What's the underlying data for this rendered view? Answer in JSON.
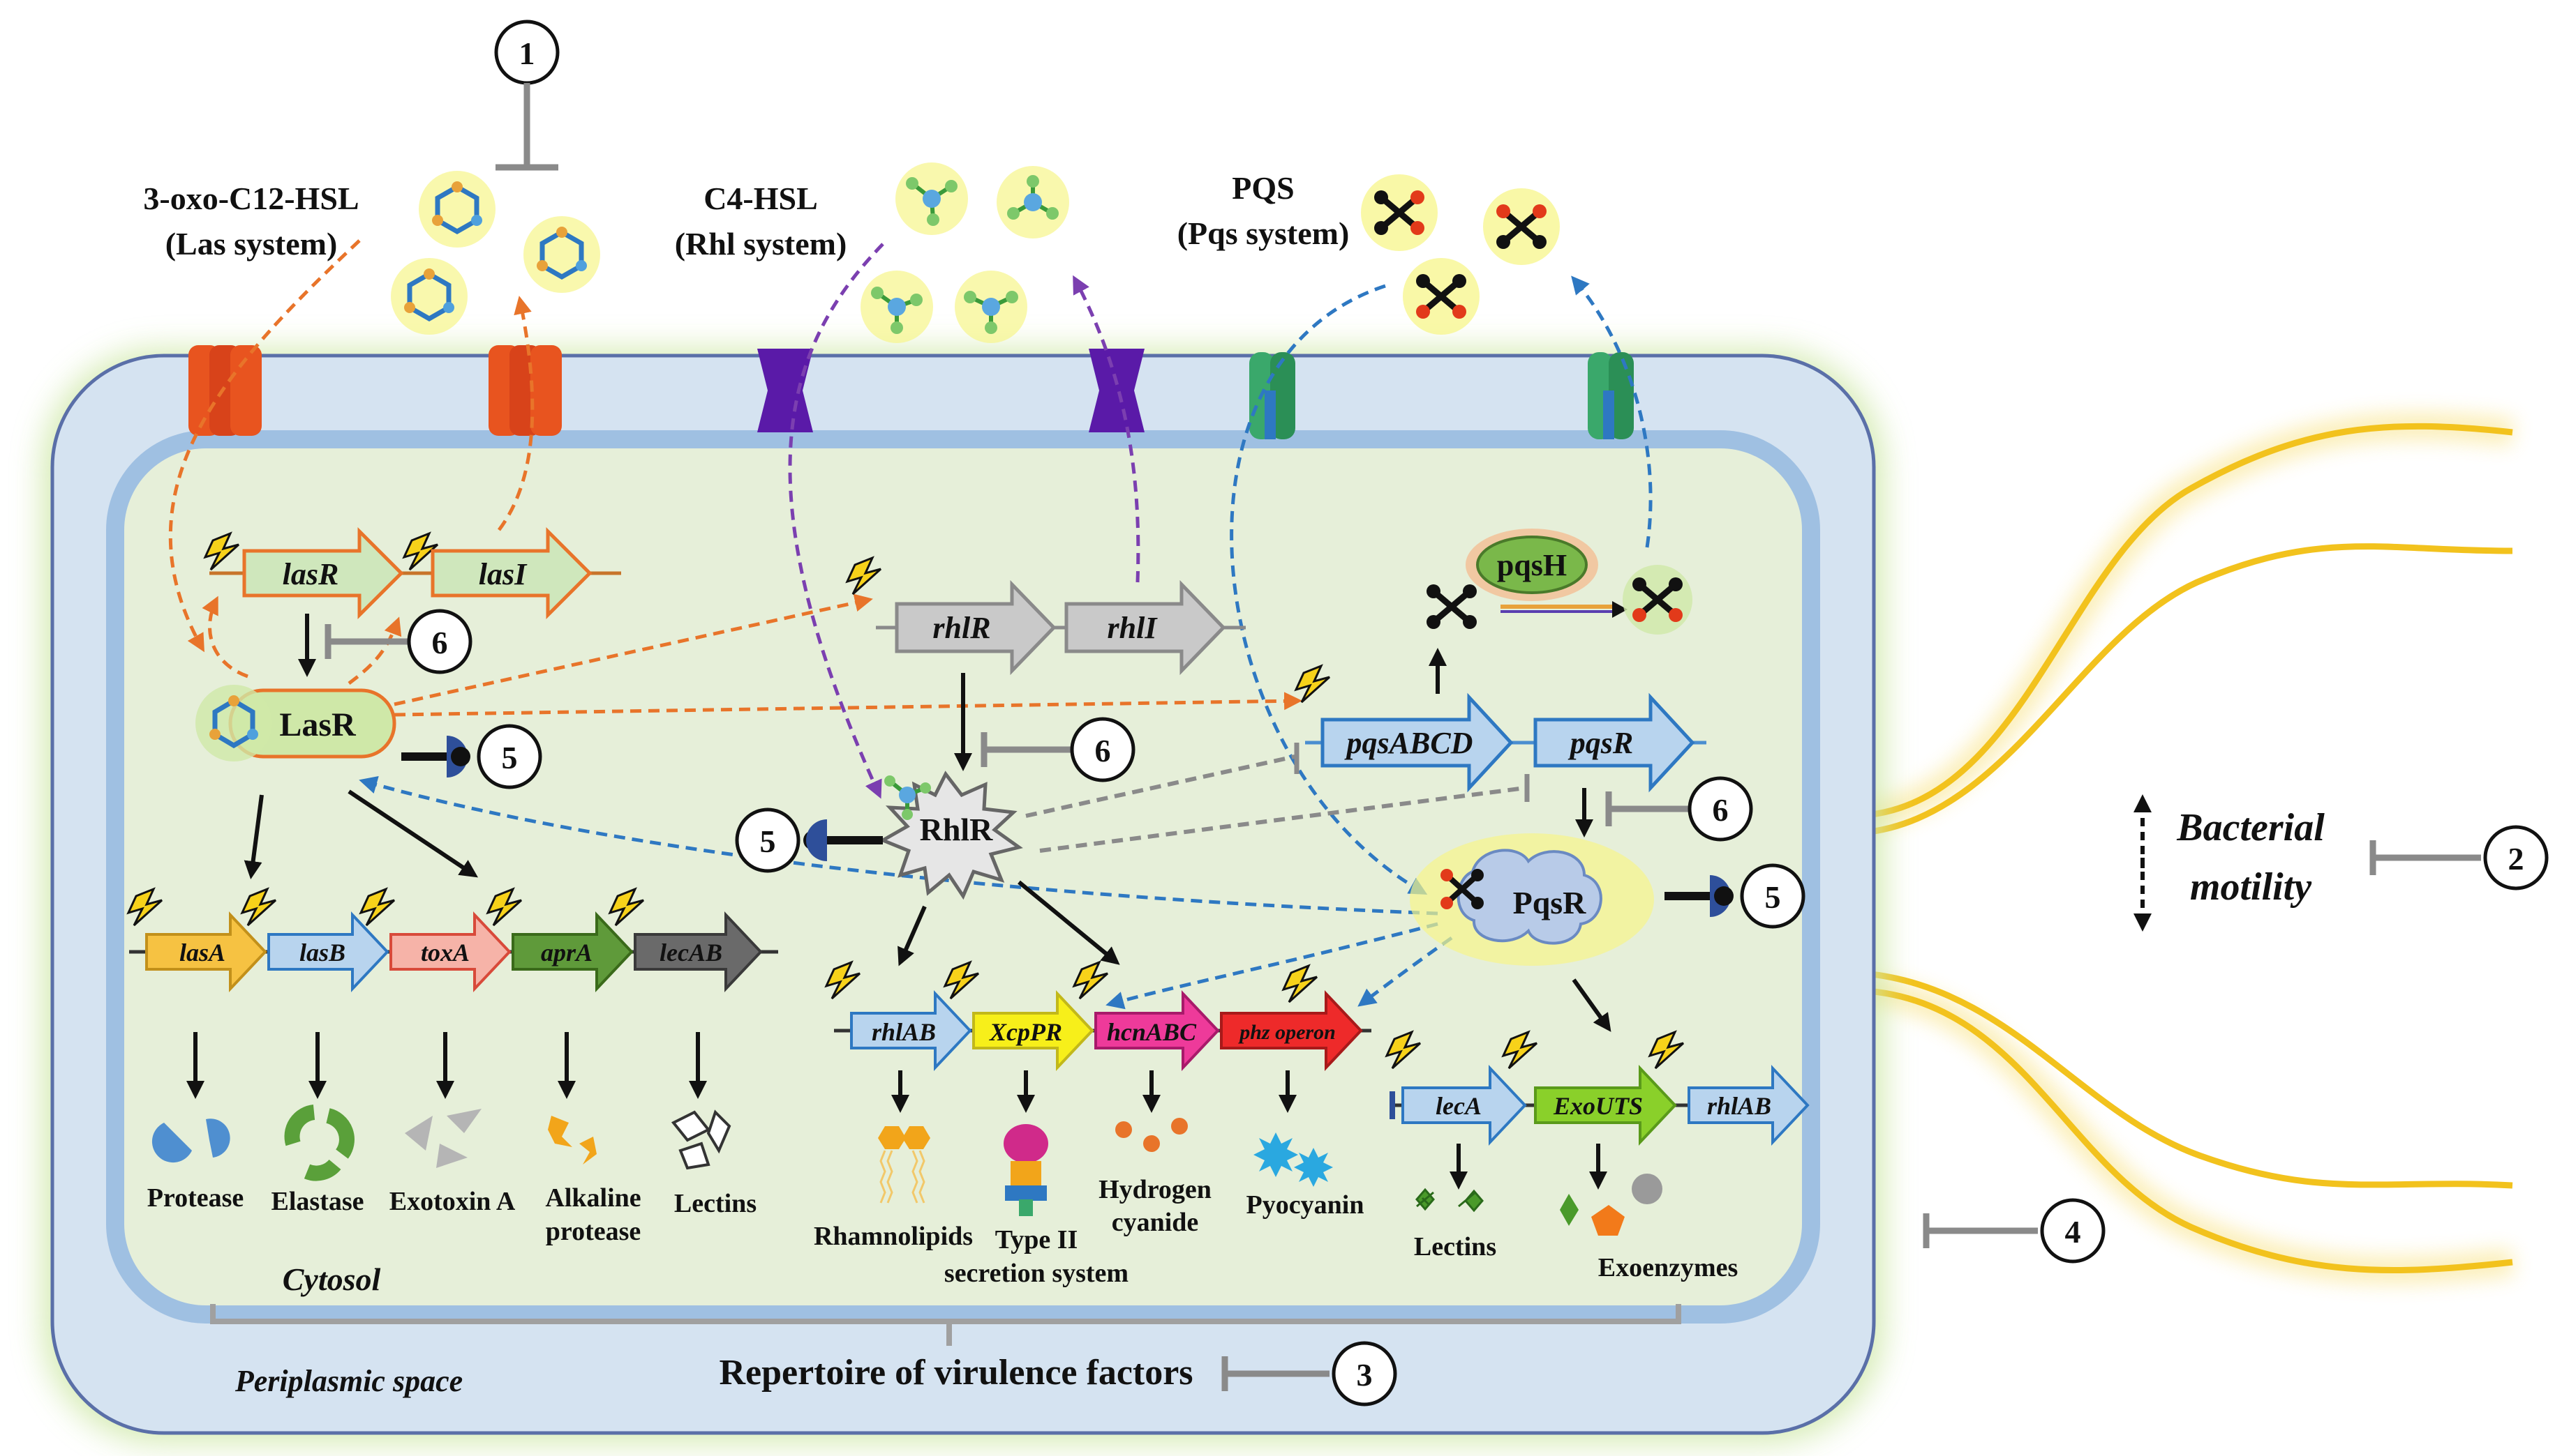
{
  "signals": {
    "las": {
      "molecule": "3-oxo-C12-HSL",
      "system": "(Las system)"
    },
    "rhl": {
      "molecule": "C4-HSL",
      "system": "(Rhl system)"
    },
    "pqs": {
      "molecule": "PQS",
      "system": "(Pqs system)"
    }
  },
  "genes": {
    "lasR": "lasR",
    "lasI": "lasI",
    "rhlR": "rhlR",
    "rhlI": "rhlI",
    "pqsABCD": "pqsABCD",
    "pqsR": "pqsR",
    "lasA": "lasA",
    "lasB": "lasB",
    "toxA": "toxA",
    "aprA": "aprA",
    "lecAB": "lecAB",
    "rhlAB": "rhlAB",
    "XcpPR": "XcpPR",
    "hcnABC": "hcnABC",
    "phz": "phz operon",
    "lecA": "lecA",
    "ExoUTS": "ExoUTS",
    "rhlAB2": "rhlAB"
  },
  "regulators": {
    "LasR": "LasR",
    "RhlR": "RhlR",
    "PqsR": "PqsR",
    "pqsH": "pqsH"
  },
  "products": {
    "protease": "Protease",
    "elastase": "Elastase",
    "exotoxin": "Exotoxin A",
    "alkaline1": "Alkaline",
    "alkaline2": "protease",
    "lectins1": "Lectins",
    "rhamnolipids": "Rhamnolipids",
    "type2_1": "Type II",
    "type2_2": "secretion system",
    "hcn1": "Hydrogen",
    "hcn2": "cyanide",
    "pyocyanin": "Pyocyanin",
    "lectins2": "Lectins",
    "exoenzymes": "Exoenzymes"
  },
  "labels": {
    "cytosol": "Cytosol",
    "periplasm": "Periplasmic space",
    "virulence": "Repertoire of virulence factors",
    "motility1": "Bacterial",
    "motility2": "motility"
  },
  "markers": [
    "1",
    "2",
    "3",
    "4",
    "5",
    "6"
  ],
  "colors": {
    "las": "#e8742a",
    "rhl": "#7b3fb0",
    "pqs": "#2e78c2",
    "inhibit": "#8a8a8a",
    "cytosol": "#e6efd9",
    "periplasm": "#d5e3f1",
    "membrane": "#9fc0e2",
    "glow": "#cfe8a8",
    "flagella": "#f5d23a"
  }
}
